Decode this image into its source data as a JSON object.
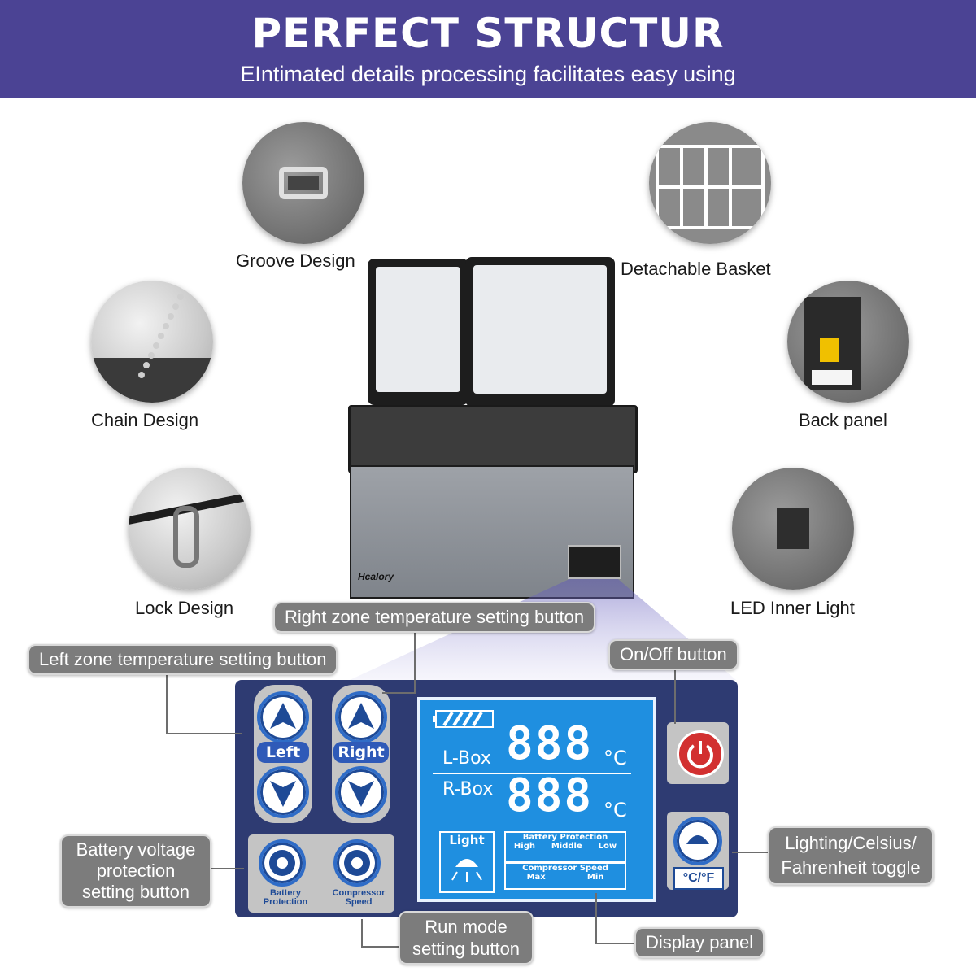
{
  "header": {
    "title": "PERFECT STRUCTUR",
    "subtitle": "EIntimated details processing facilitates easy using"
  },
  "features": {
    "groove": "Groove Design",
    "basket": "Detachable Basket",
    "chain": "Chain Design",
    "back_panel": "Back panel",
    "lock": "Lock Design",
    "led": "LED Inner Light"
  },
  "brand": "Hcalory",
  "callouts": {
    "right_zone": "Right zone temperature setting button",
    "left_zone": "Left zone temperature setting button",
    "onoff": "On/Off button",
    "battery_line1": "Battery voltage",
    "battery_line2": "protection",
    "battery_line3": "setting button",
    "lighting_line1": "Lighting/Celsius/",
    "lighting_line2": "Fahrenheit toggle",
    "run_mode_line1": "Run mode",
    "run_mode_line2": "setting button",
    "display": "Display panel"
  },
  "panel": {
    "left_label": "Left",
    "right_label": "Right",
    "battery_btn_line1": "Battery",
    "battery_btn_line2": "Protection",
    "compressor_btn_line1": "Compressor",
    "compressor_btn_line2": "Speed",
    "temp_toggle": "°C/°F",
    "lcd": {
      "lbox": "L-Box",
      "rbox": "R-Box",
      "lbox_value": "888",
      "rbox_value": "888",
      "unit": "°C",
      "light": "Light",
      "battery_protection": "Battery Protection",
      "battery_options": [
        "High",
        "Middle",
        "Low"
      ],
      "compressor_speed": "Compressor Speed",
      "compressor_options": [
        "Max",
        "Min"
      ]
    }
  }
}
